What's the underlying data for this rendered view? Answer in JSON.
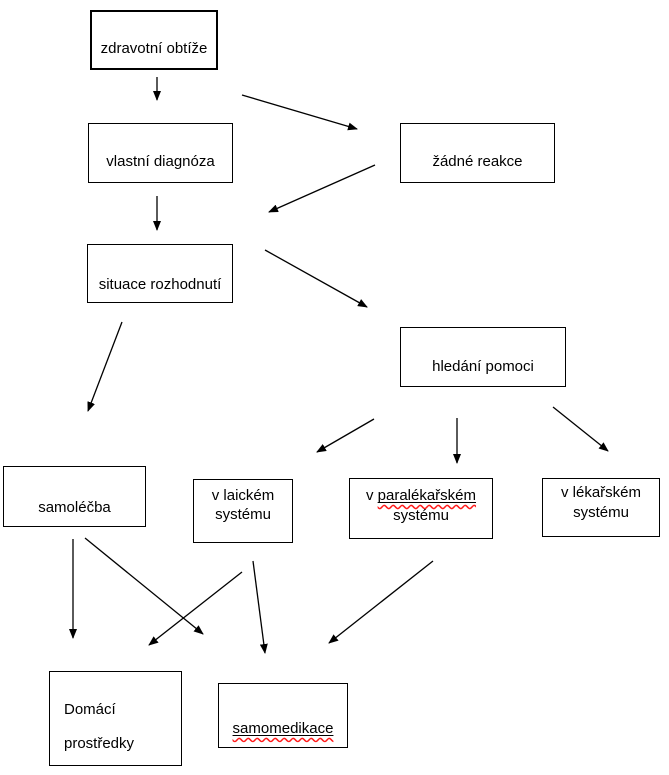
{
  "diagram": {
    "type": "flowchart",
    "language": "cs",
    "colors": {
      "background": "#ffffff",
      "box_border": "#000000",
      "text": "#000000",
      "arrow": "#000000",
      "spellcheck_underline": "#ff1a1a"
    },
    "nodes": {
      "health_problems": {
        "label": "zdravotní obtíže"
      },
      "own_diagnosis": {
        "label": "vlastní diagnóza"
      },
      "no_reaction": {
        "label": "žádné reakce"
      },
      "decision_situation": {
        "label": "situace rozhodnutí"
      },
      "seeking_help": {
        "label": "hledání pomoci"
      },
      "self_treatment": {
        "label": "samoléčba"
      },
      "lay_system": {
        "label": "v laickém systému"
      },
      "paramedical_system": {
        "prefix": "v",
        "underlined_word": "paralékařském",
        "suffix": "systému"
      },
      "medical_system": {
        "label": "v lékařském systému"
      },
      "home_remedies": {
        "line1": "Domácí",
        "line2": "prostředky"
      },
      "self_medication": {
        "label": "samomedikace"
      }
    },
    "edges": [
      {
        "from": "health_problems",
        "to": "own_diagnosis"
      },
      {
        "from": "health_problems",
        "to": "no_reaction"
      },
      {
        "from": "own_diagnosis",
        "to": "decision_situation"
      },
      {
        "from": "no_reaction",
        "to": "decision_situation"
      },
      {
        "from": "decision_situation",
        "to": "seeking_help"
      },
      {
        "from": "decision_situation",
        "to": "self_treatment"
      },
      {
        "from": "seeking_help",
        "to": "lay_system"
      },
      {
        "from": "seeking_help",
        "to": "paramedical_system"
      },
      {
        "from": "seeking_help",
        "to": "medical_system"
      },
      {
        "from": "self_treatment",
        "to": "home_remedies"
      },
      {
        "from": "self_treatment",
        "to": "self_medication"
      },
      {
        "from": "lay_system",
        "to": "home_remedies"
      },
      {
        "from": "lay_system",
        "to": "self_medication"
      },
      {
        "from": "paramedical_system",
        "to": "self_medication"
      }
    ]
  }
}
